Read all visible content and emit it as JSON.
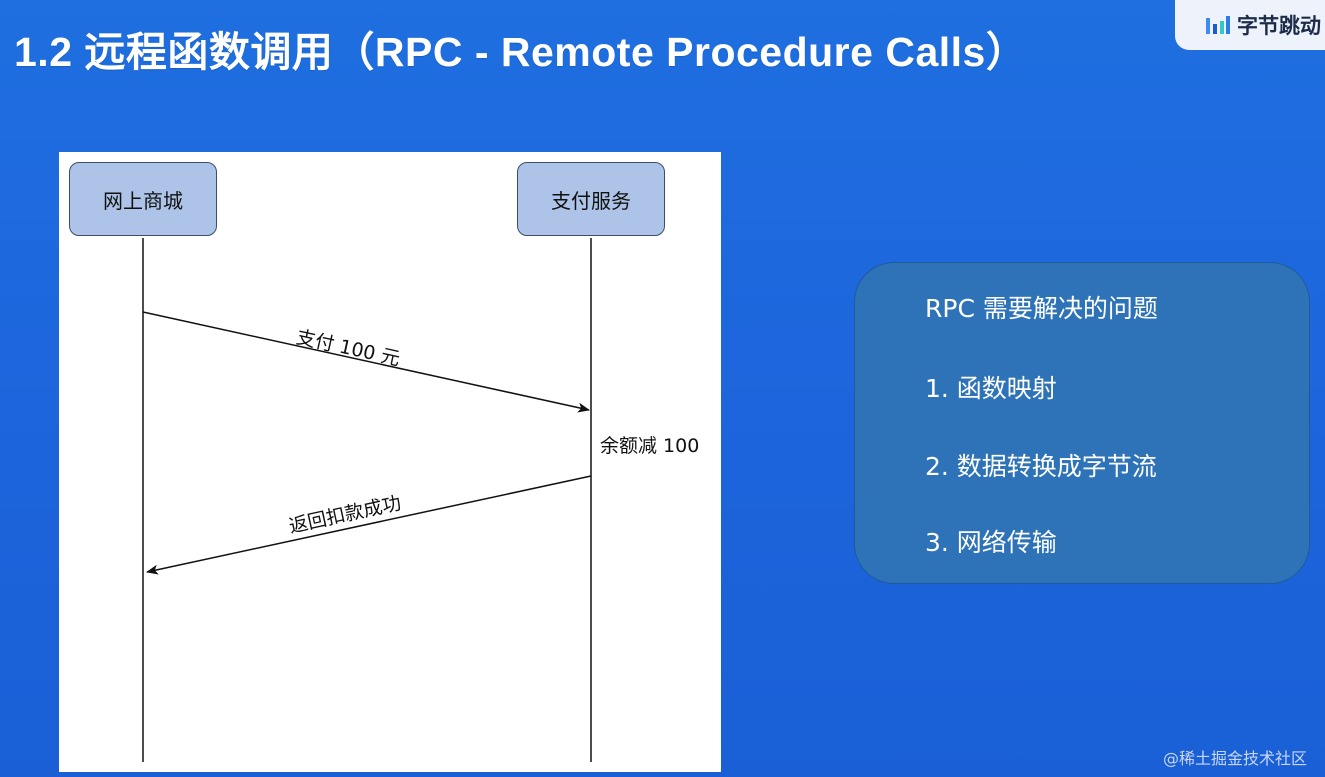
{
  "slide": {
    "title": "1.2 远程函数调用（RPC - Remote Procedure Calls）"
  },
  "brand": {
    "name": "字节跳动",
    "icon": "bytedance-logo-icon",
    "color": "#1c2b4a"
  },
  "diagram": {
    "lifelines": [
      {
        "id": "mall",
        "label": "网上商城"
      },
      {
        "id": "pay",
        "label": "支付服务"
      }
    ],
    "messages": [
      {
        "from": "mall",
        "to": "pay",
        "label": "支付 100 元"
      },
      {
        "from": "pay",
        "to": "pay",
        "label": "余额减 100",
        "kind": "note"
      },
      {
        "from": "pay",
        "to": "mall",
        "label": "返回扣款成功"
      }
    ]
  },
  "card": {
    "title": "RPC 需要解决的问题",
    "items": [
      "1. 函数映射",
      "2. 数据转换成字节流",
      "3. 网络传输"
    ]
  },
  "footer": {
    "credit": "@稀土掘金技术社区"
  },
  "colors": {
    "background": "#1f6fe0",
    "card": "#2e73b8",
    "lifeline_box": "#adc4e8"
  }
}
